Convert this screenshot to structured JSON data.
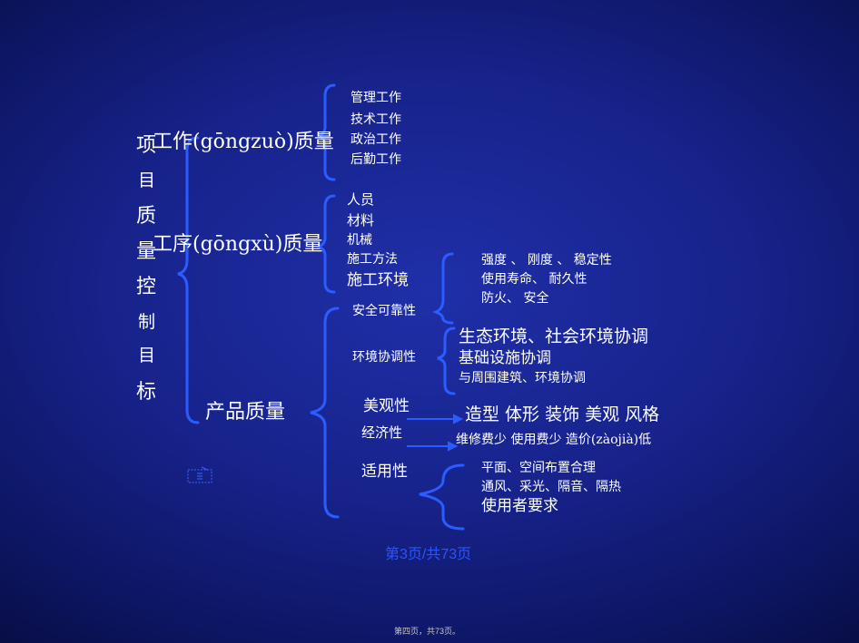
{
  "vertical_title": [
    "项",
    "目",
    "质",
    "量",
    "控",
    "制",
    "目",
    "标"
  ],
  "categories": {
    "work_quality": "工作(gōngzuò)质量",
    "process_quality": "工序(gōngxù)质量",
    "product_quality": "产品质量"
  },
  "work_items": [
    "管理工作",
    "技术工作",
    "政治工作",
    "后勤工作"
  ],
  "process_items": [
    "人员",
    "材料",
    "机械",
    "施工方法",
    "施工环境"
  ],
  "product_items": {
    "safety": "安全可靠性",
    "environment": "环境协调性",
    "appearance": "美观性",
    "economy": "经济性",
    "applicability": "适用性"
  },
  "safety_details": [
    "强度 、 刚度 、 稳定性",
    "使用寿命、 耐久性",
    "防火、 安全"
  ],
  "environment_details": [
    "生态环境、社会环境协调",
    "基础设施协调",
    "与周围建筑、环境协调"
  ],
  "appearance_detail": "造型 体形 装饰 美观 风格",
  "economy_detail": "维修费少 使用费少 造价(zàojià)低",
  "applicability_details": [
    "平面、空间布置合理",
    "通风、采光、隔音、隔热",
    "使用者要求"
  ],
  "page_number": "第3页/共73页",
  "footer": "第四页，共73页。",
  "colors": {
    "background": "#17228a",
    "bracket": "#2a5cff",
    "page_number": "#2b55ff"
  },
  "icons": {
    "slide_icon": "document-list-icon"
  }
}
